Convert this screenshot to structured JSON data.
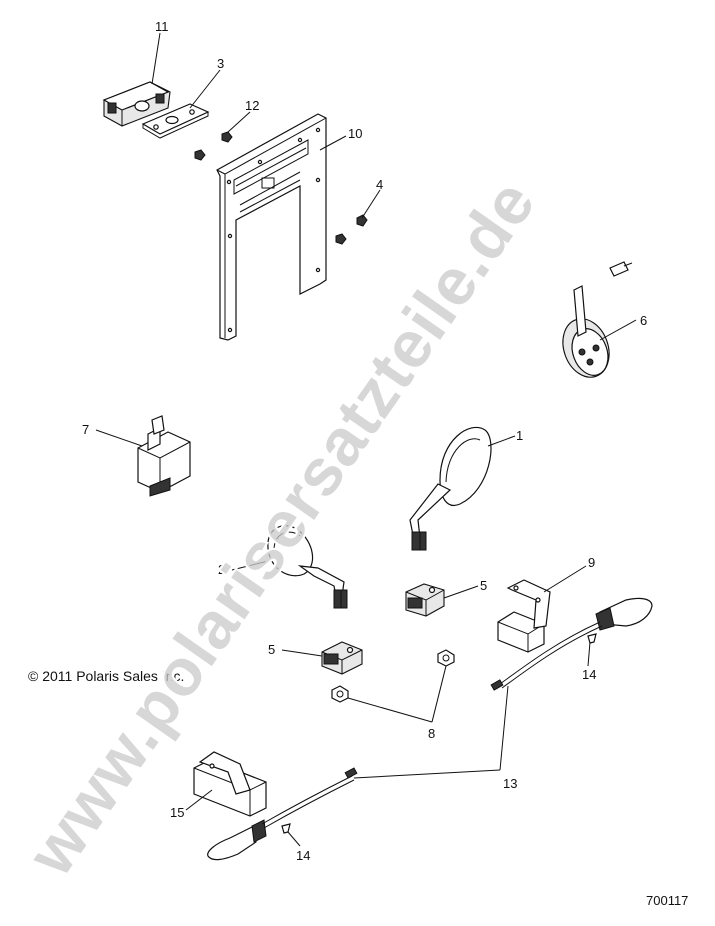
{
  "copyright": "© 2011 Polaris Sales Inc.",
  "figure_number": "700117",
  "watermark": "www.polarisersatzteile.de",
  "callouts": {
    "c1": "1",
    "c2": "2",
    "c3": "3",
    "c4": "4",
    "c5a": "5",
    "c5b": "5",
    "c6": "6",
    "c7": "7",
    "c8": "8",
    "c9": "9",
    "c10": "10",
    "c11": "11",
    "c12": "12",
    "c13": "13",
    "c14a": "14",
    "c14b": "14",
    "c15": "15"
  }
}
